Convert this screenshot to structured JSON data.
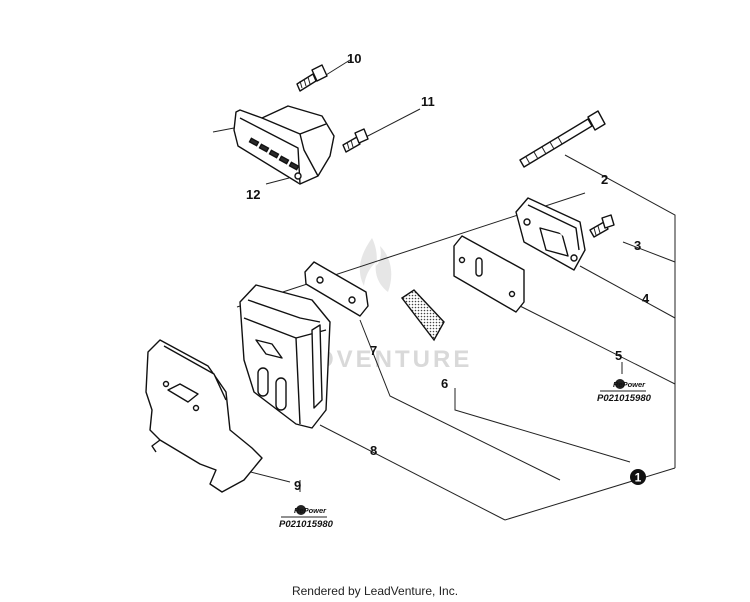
{
  "watermark": "ADVENTURE",
  "labels": {
    "p1": "1",
    "p2": "2",
    "p3": "3",
    "p4": "4",
    "p5": "5",
    "p6": "6",
    "p7": "7",
    "p8": "8",
    "p9": "9",
    "p10": "10",
    "p11": "11",
    "p12": "12"
  },
  "repower_logo_text": "RePower",
  "part_codes": {
    "code5": "P021015980",
    "code9": "P021015980"
  },
  "footer": "Rendered by LeadVenture, Inc."
}
